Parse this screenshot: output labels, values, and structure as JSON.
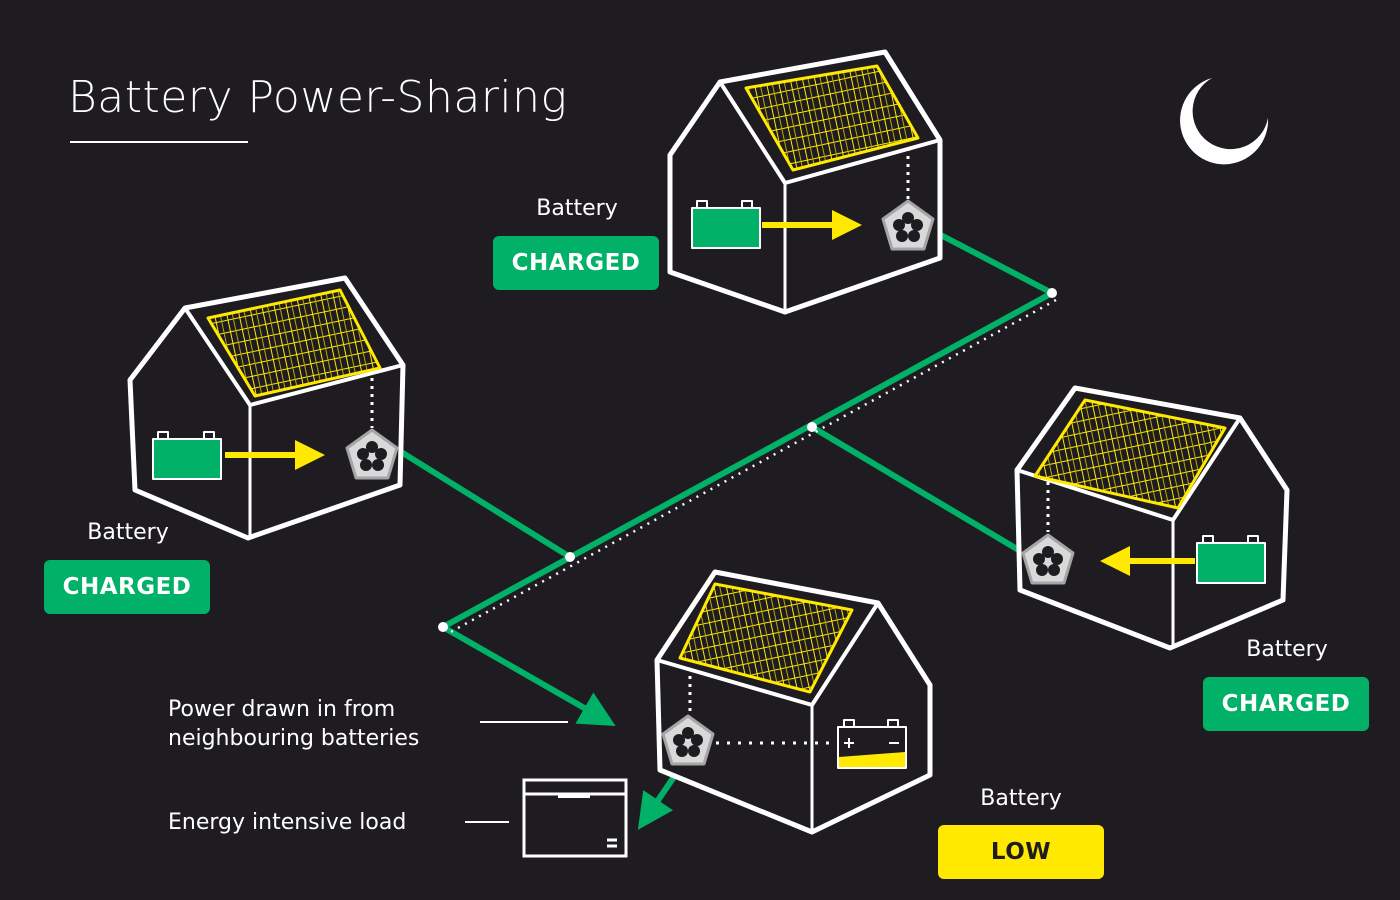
{
  "title": "Battery Power-Sharing",
  "houses": [
    {
      "battery_label": "Battery",
      "status": "CHARGED"
    },
    {
      "battery_label": "Battery",
      "status": "CHARGED"
    },
    {
      "battery_label": "Battery",
      "status": "CHARGED"
    },
    {
      "battery_label": "Battery",
      "status": "LOW"
    }
  ],
  "annotations": {
    "power_drawn": "Power drawn in from neighbouring batteries",
    "load": "Energy intensive load"
  },
  "icons": {
    "night": "moon-icon",
    "inverter": "pentagon-flower-icon",
    "load": "chest-freezer-icon"
  },
  "colors": {
    "background": "#1e1c21",
    "green": "#00b167",
    "yellow": "#ffe900",
    "white": "#ffffff"
  }
}
